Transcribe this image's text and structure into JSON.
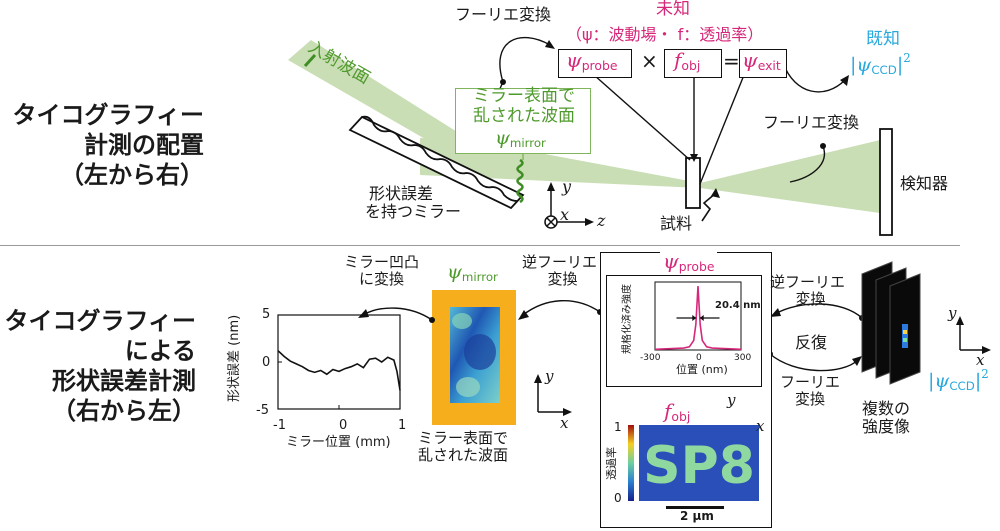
{
  "top": {
    "section_label": [
      "タイコグラフィー",
      "計測の配置",
      "（左から右）"
    ],
    "incident_wave": "入射波面",
    "mirror_label": [
      "形状誤差",
      "を持つミラー"
    ],
    "scattered_box": [
      "ミラー表面で",
      "乱された波面"
    ],
    "psi_mirror": "ψ",
    "psi_mirror_sub": "mirror",
    "fourier_top_left": "フーリエ変換",
    "unknown_title": "未知",
    "unknown_desc": "（ψ：波動場・ f：透過率）",
    "psi_probe": "ψ",
    "psi_probe_sub": "probe",
    "times": "×",
    "f_obj": "f",
    "f_obj_sub": "obj",
    "equals": "=",
    "psi_exit": "ψ",
    "psi_exit_sub": "exit",
    "known_title": "既知",
    "known_formula": "|ψ",
    "known_sub": "CCD",
    "known_close": "|",
    "known_sup": "2",
    "fourier_right": "フーリエ変換",
    "detector": "検知器",
    "sample": "試料",
    "axis_y": "y",
    "axis_x": "x",
    "axis_z": "z"
  },
  "bottom": {
    "section_label": [
      "タイコグラフィー",
      "による",
      "形状誤差計測",
      "（右から左）"
    ],
    "convert_mirror": [
      "ミラー凹凸",
      "に変換"
    ],
    "psi_mirror": "ψ",
    "psi_mirror_sub": "mirror",
    "inverse_fourier_left": [
      "逆フーリエ",
      "変換"
    ],
    "psi_probe": "ψ",
    "psi_probe_sub": "probe",
    "scattered": [
      "ミラー表面で",
      "乱された波面"
    ],
    "inverse_fourier_right": [
      "逆フーリエ",
      "変換"
    ],
    "iterate": "反復",
    "fourier_bottom": [
      "フーリエ",
      "変換"
    ],
    "intensity": [
      "複数の",
      "強度像"
    ],
    "intensity_formula": "|ψ",
    "intensity_sub": "CCD",
    "intensity_close": "|",
    "intensity_sup": "2",
    "f_obj": "f",
    "f_obj_sub": "obj",
    "scalebar": "2 μm",
    "transmittance_label": "透過率",
    "colorbar_ticks": [
      "1",
      "0"
    ],
    "axis_y": "y",
    "axis_x": "x"
  },
  "error_chart": {
    "ylabel": "形状誤差 (nm)",
    "xlabel": "ミラー位置 (mm)",
    "yticks": [
      "5",
      "0",
      "-5"
    ],
    "xticks": [
      "-1",
      "0",
      "1"
    ]
  },
  "probe_chart": {
    "ylabel": "規格化済み強度",
    "xlabel": "位置 (nm)",
    "xticks": [
      "-300",
      "0",
      "300"
    ],
    "fwhm": "20.4 nm"
  },
  "chart_data": [
    {
      "type": "line",
      "xlabel": "ミラー位置 (mm)",
      "ylabel": "形状誤差 (nm)",
      "xlim": [
        -1,
        1
      ],
      "ylim": [
        -5,
        5
      ],
      "x": [
        -1.0,
        -0.9,
        -0.8,
        -0.7,
        -0.6,
        -0.5,
        -0.4,
        -0.3,
        -0.2,
        -0.1,
        0.0,
        0.1,
        0.2,
        0.3,
        0.4,
        0.5,
        0.6,
        0.7,
        0.8,
        0.9,
        0.95,
        1.0
      ],
      "y": [
        1.2,
        0.6,
        0.1,
        -0.2,
        -0.5,
        -0.9,
        -1.1,
        -0.9,
        -1.3,
        -0.8,
        -1.0,
        -0.7,
        -0.5,
        -0.2,
        -0.6,
        0.3,
        0.4,
        0.0,
        0.5,
        0.2,
        -1.0,
        -3.0
      ]
    },
    {
      "type": "line",
      "xlabel": "位置 (nm)",
      "ylabel": "規格化済み強度",
      "xlim": [
        -300,
        300
      ],
      "ylim": [
        0,
        1
      ],
      "annotation": "20.4 nm",
      "x": [
        -300,
        -200,
        -100,
        -60,
        -30,
        -15,
        -10,
        0,
        10,
        15,
        30,
        60,
        100,
        200,
        300
      ],
      "y": [
        0.01,
        0.02,
        0.03,
        0.05,
        0.15,
        0.4,
        0.6,
        1.0,
        0.6,
        0.4,
        0.15,
        0.05,
        0.03,
        0.02,
        0.01
      ]
    }
  ]
}
